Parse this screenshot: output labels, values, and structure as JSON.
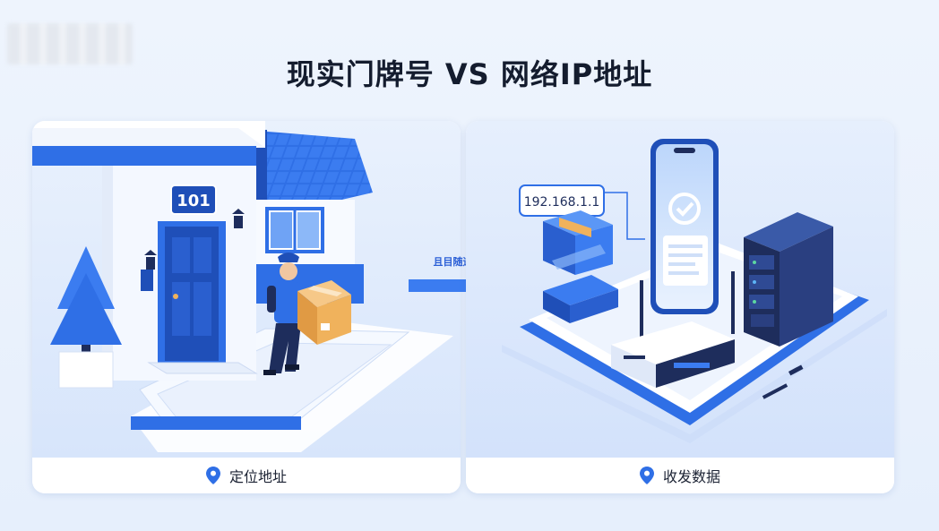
{
  "title": "现实门牌号 VS 网络IP地址",
  "left_panel": {
    "house_number": "101",
    "caption": "定位地址",
    "pin_icon": "location-pin-icon"
  },
  "right_panel": {
    "ip_address": "192.168.1.1",
    "caption": "收发数据",
    "pin_icon": "location-pin-icon"
  },
  "arrow": {
    "label": "且目随追班"
  },
  "colors": {
    "primary_blue": "#2f6fe6",
    "dark_blue": "#1f4fb8",
    "light_blue": "#dbe8fc",
    "navy": "#1e2d5c",
    "package": "#f0b25c"
  }
}
